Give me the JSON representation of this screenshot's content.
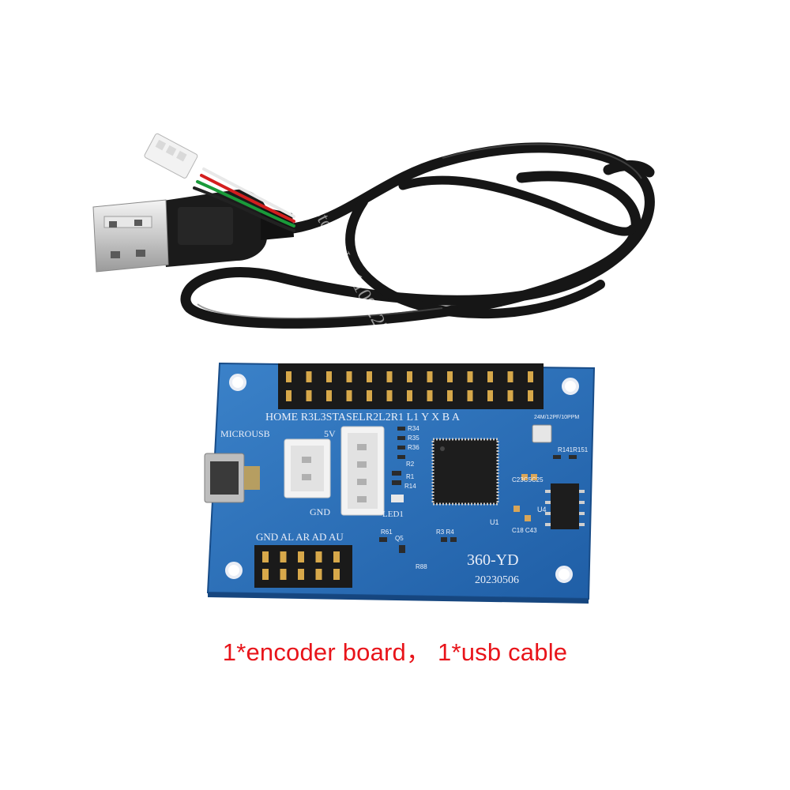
{
  "caption": "1*encoder board， 1*usb cable",
  "watermark": "Store No. 1109223088",
  "board": {
    "header_labels": "HOME R3L3STASELR2L2R1 L1 Y X B A",
    "microusb_label": "MICROUSB",
    "gnd_label": "GND",
    "five_v_label": "5V",
    "led_label": "LED1",
    "stick_labels": "GND AL AR AD AU",
    "model": "360-YD",
    "date": "20230506",
    "crystal_label": "24M/12PF/10PPM",
    "u1": "U1",
    "u4": "U4",
    "resistor_labels": {
      "r34": "R34",
      "r35": "R35",
      "r36": "R36",
      "r2": "R2",
      "r1": "R1",
      "r14": "R14",
      "r61": "R61",
      "q5": "Q5",
      "r3r4": "R3 R4",
      "r88": "R88",
      "r141": "R141R151",
      "c23": "C23C5C25",
      "c18": "C18 C43"
    }
  },
  "colors": {
    "board": "#2a6fb8",
    "cable": "#141414",
    "caption": "#e8141a"
  }
}
